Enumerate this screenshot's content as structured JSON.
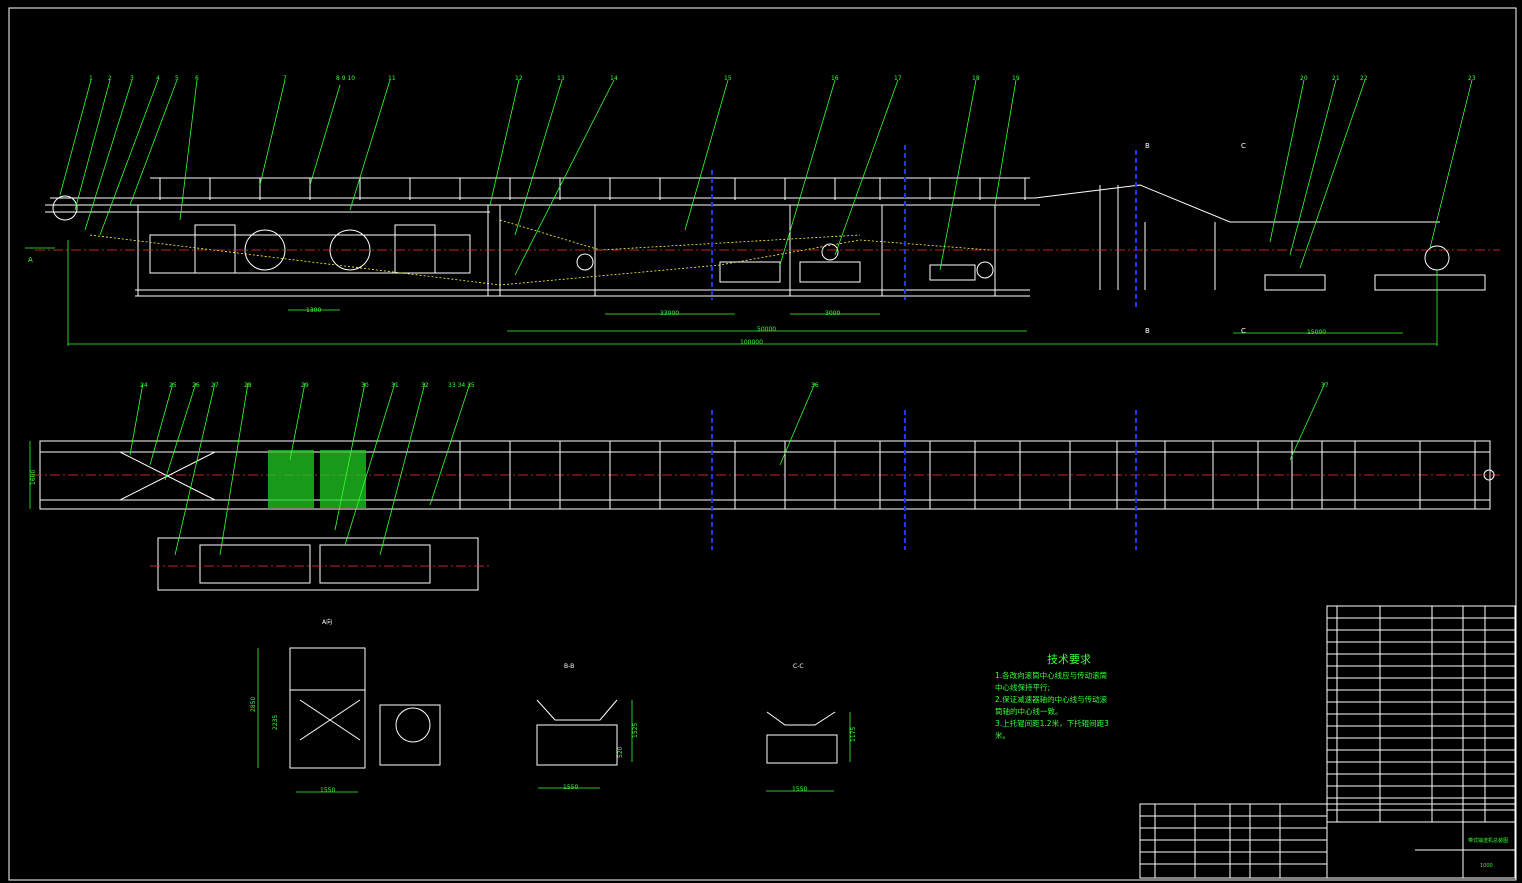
{
  "view_labels": {
    "arrow_a": "A",
    "section_b_top": "B",
    "section_b_bottom": "B",
    "section_c_top": "C",
    "section_c_bottom": "C",
    "view_a": "A向",
    "view_bb": "B-B",
    "view_cc": "C-C"
  },
  "part_numbers_elevation": [
    "1",
    "2",
    "3",
    "4",
    "5",
    "6",
    "7",
    "8 9 10",
    "11",
    "12",
    "13",
    "14",
    "15",
    "16",
    "17",
    "18",
    "19",
    "20",
    "21",
    "22",
    "23"
  ],
  "part_numbers_plan": [
    "24",
    "25",
    "26",
    "27",
    "28",
    "29",
    "30",
    "31",
    "32",
    "33 34 35",
    "36",
    "37"
  ],
  "dimensions": {
    "d1300": "1300",
    "d33000": "33000",
    "d3000": "3000",
    "d50000": "50000",
    "d100000": "100000",
    "d15000": "15000",
    "d1600": "1600",
    "va_height": "2850",
    "va_height2": "2235",
    "va_width": "1550",
    "bb_height": "1525",
    "bb_height2": "520",
    "bb_width": "1550",
    "cc_height": "1175",
    "cc_width": "1550"
  },
  "tech_notes": {
    "title": "技术要求",
    "line1": "1.各改向滚筒中心线应与传动滚筒",
    "line2": "中心线保持平行;",
    "line3": "2.保证减速器轴的中心线与传动滚",
    "line4": "筒轴的中心线一致。",
    "line5": "3.上托辊间距1.2米，下托辊间距3",
    "line6": "米。"
  },
  "title_block": {
    "drawing_name": "带式输送机总装图",
    "drawing_code": "1000"
  }
}
